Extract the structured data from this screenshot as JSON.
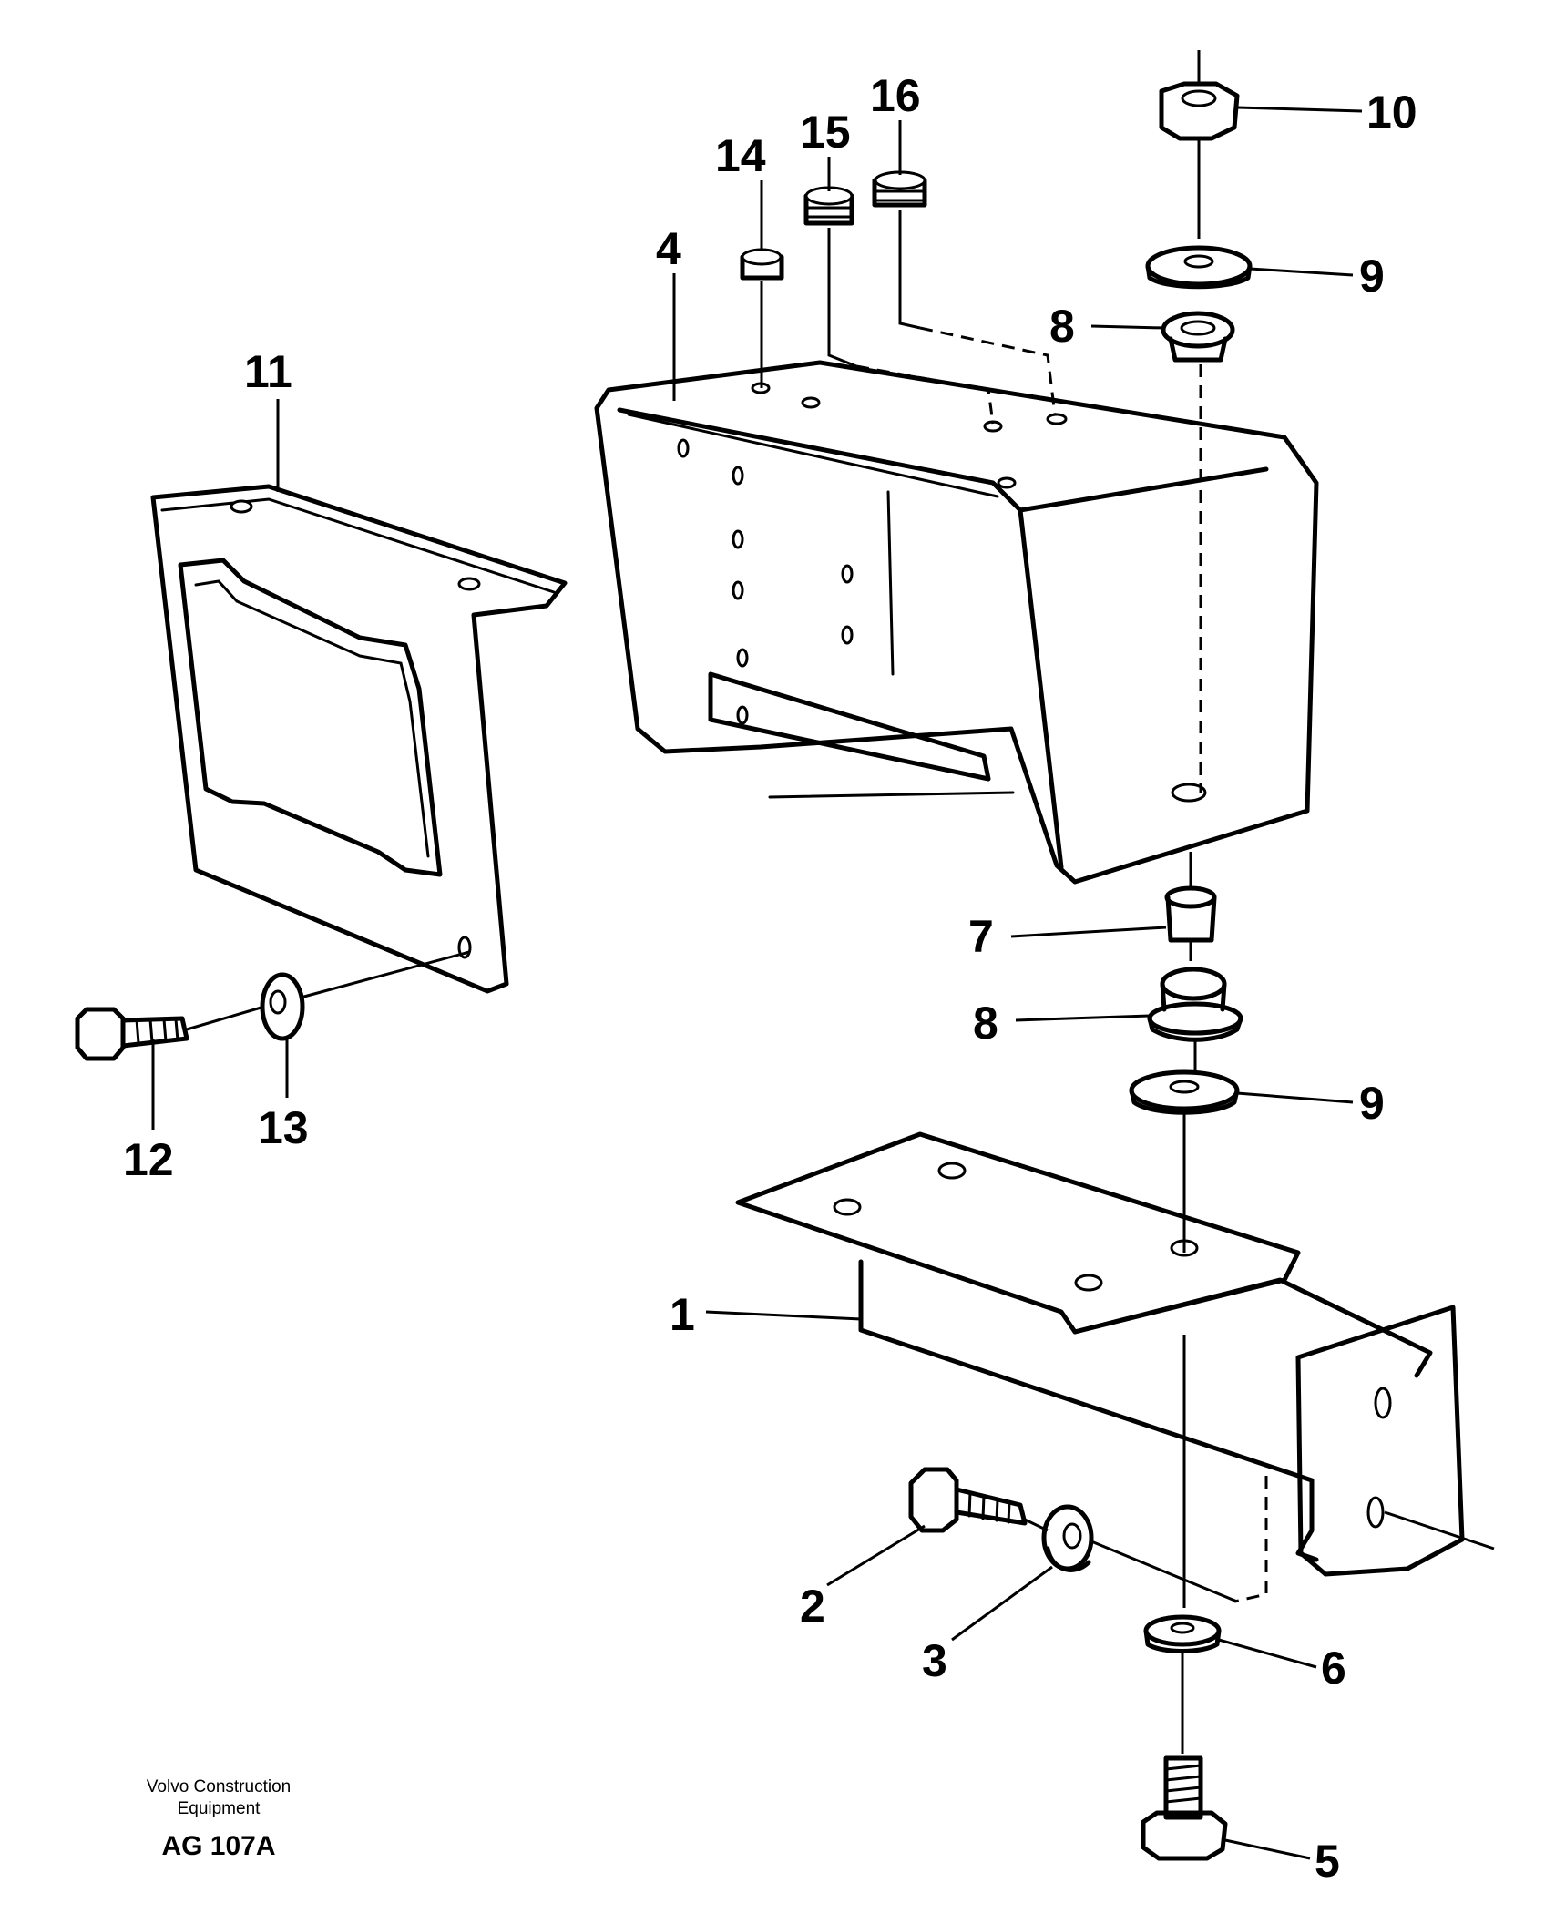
{
  "diagram": {
    "callouts": [
      "1",
      "2",
      "3",
      "4",
      "5",
      "6",
      "7",
      "8",
      "8",
      "9",
      "9",
      "10",
      "11",
      "12",
      "13",
      "14",
      "15",
      "16"
    ]
  },
  "footer": {
    "publisher_line1": "Volvo Construction",
    "publisher_line2": "Equipment",
    "code": "AG 107A"
  }
}
